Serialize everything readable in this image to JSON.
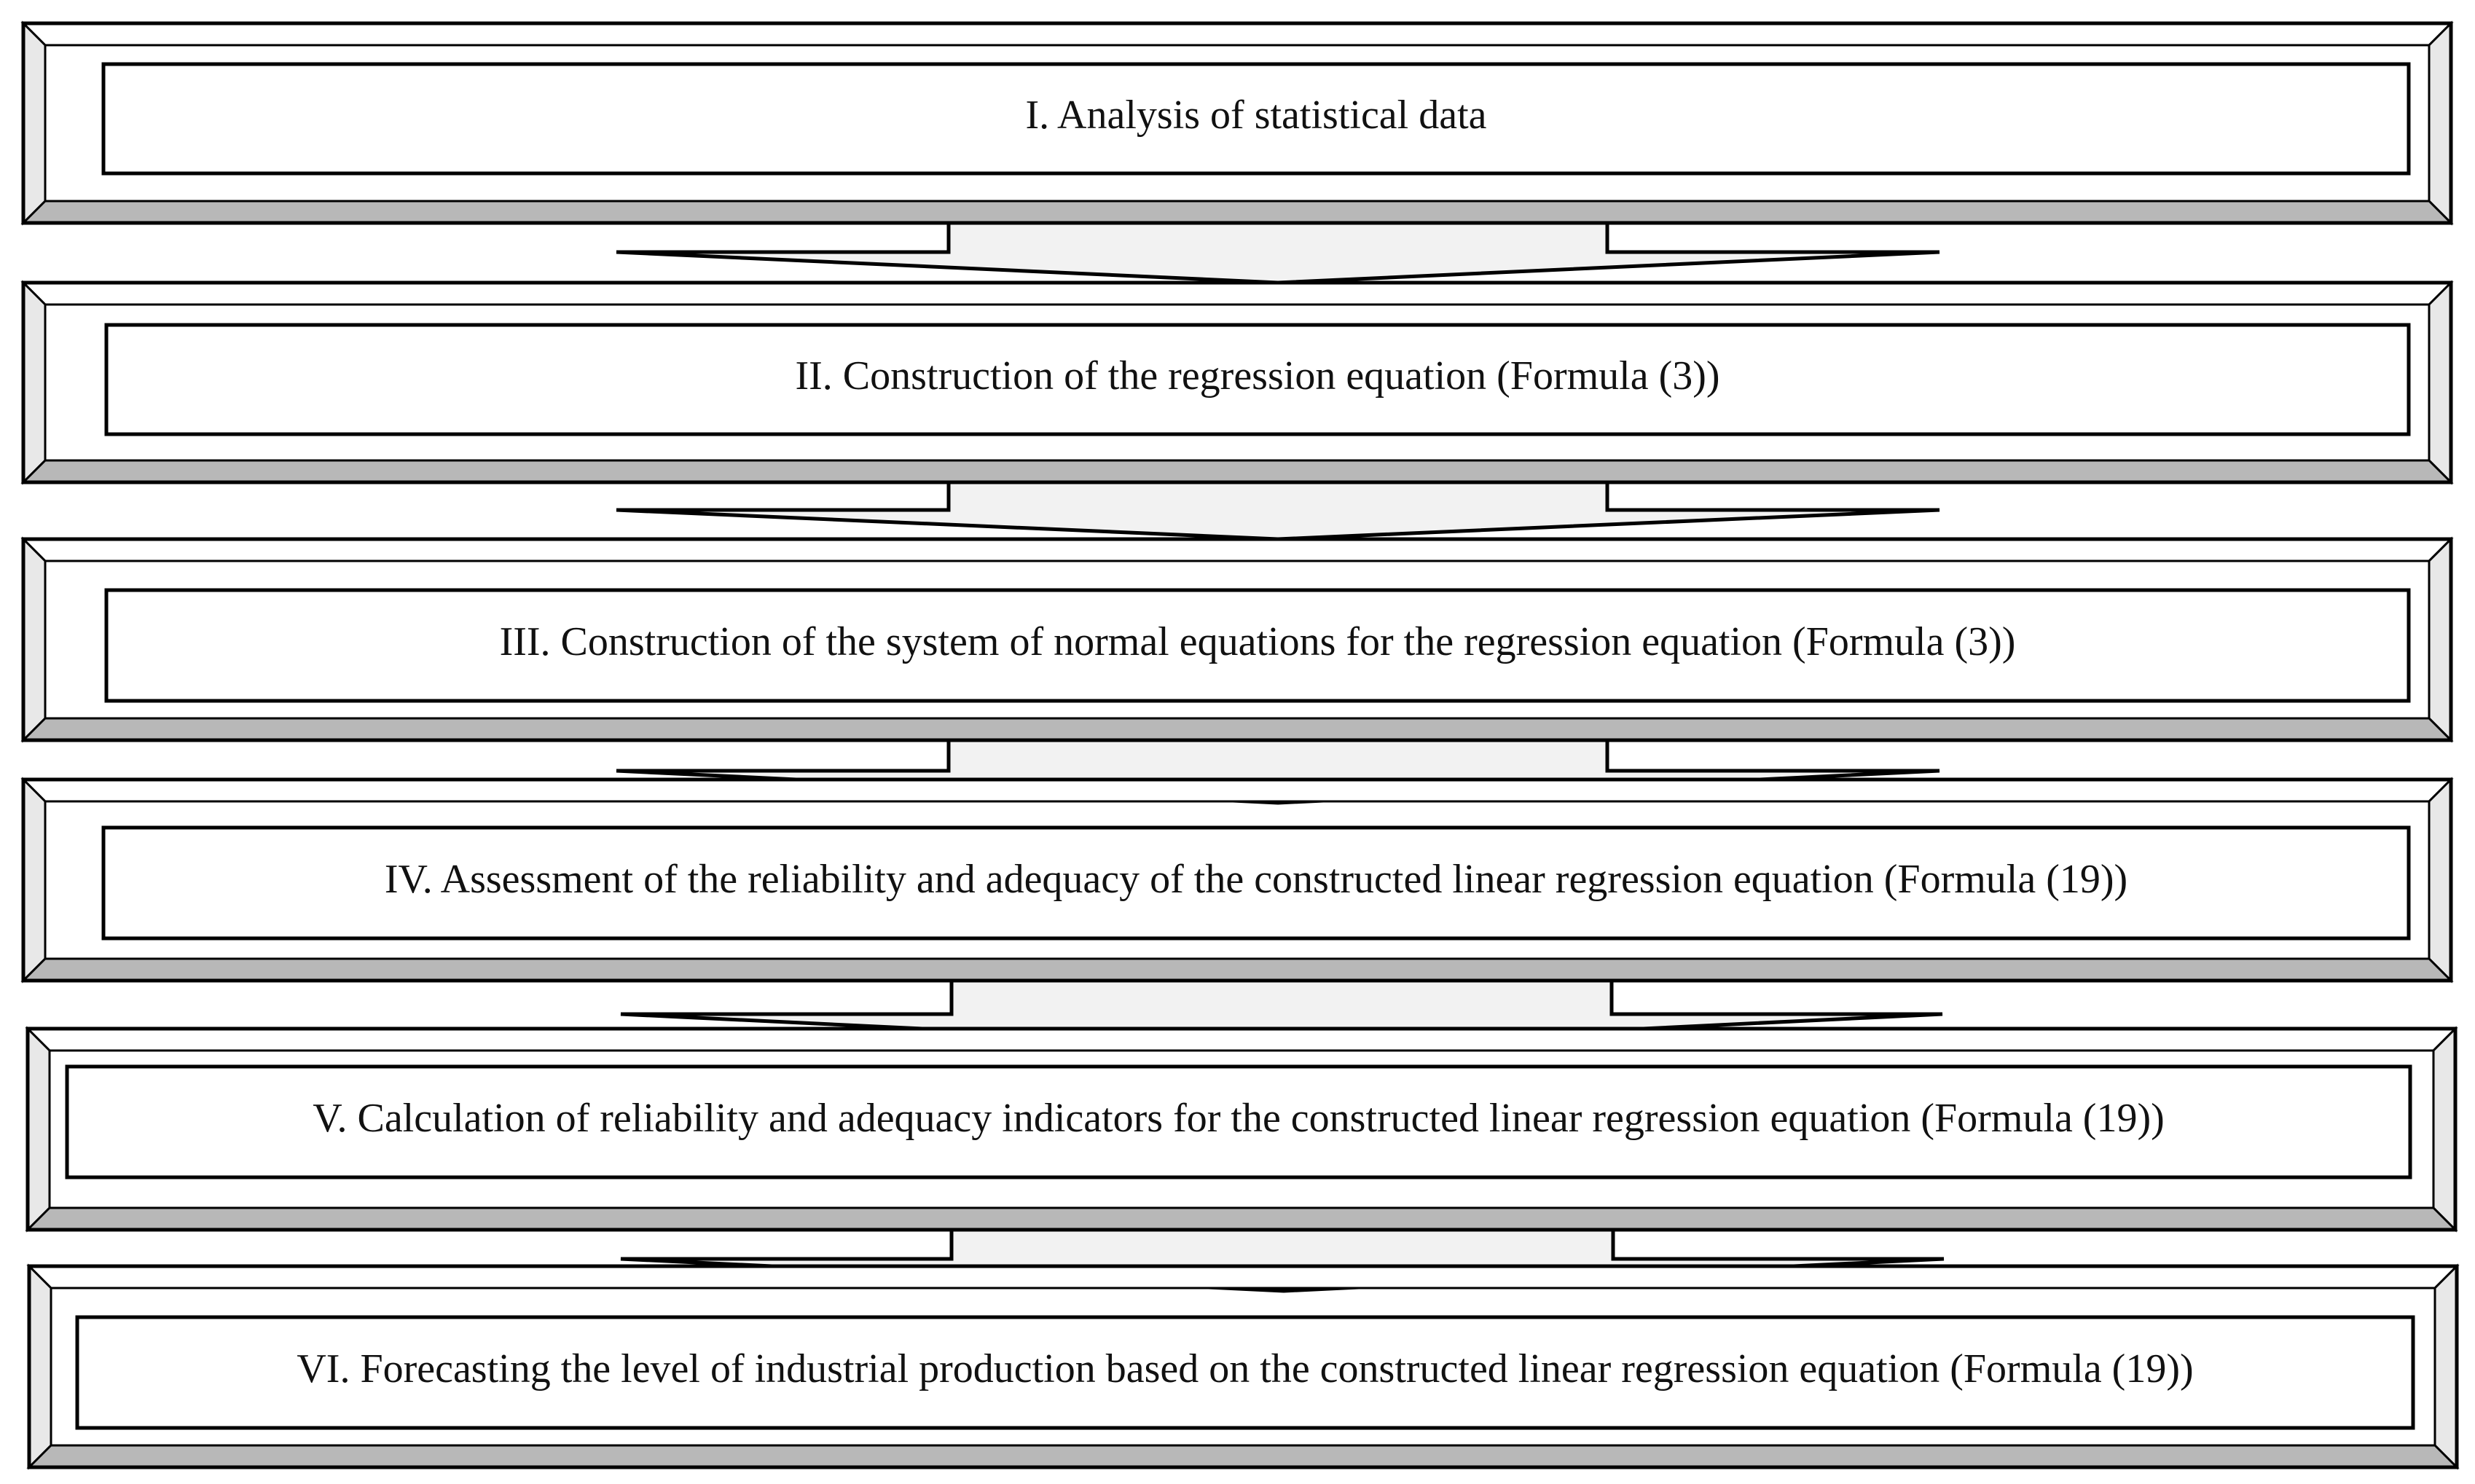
{
  "diagram": {
    "steps": [
      {
        "label": "I. Analysis of statistical data"
      },
      {
        "label": "II. Construction of the regression equation (Formula (3))"
      },
      {
        "label": "III. Construction of the system of normal equations for the regression equation (Formula (3))"
      },
      {
        "label": "IV. Assessment of the reliability and adequacy of the constructed linear regression equation (Formula (19))"
      },
      {
        "label": "V. Calculation of reliability and adequacy indicators for the constructed linear regression equation (Formula (19))"
      },
      {
        "label": "VI. Forecasting the level of industrial production based on the constructed linear regression equation (Formula (19))"
      }
    ],
    "arrows": [
      "step-1-to-2",
      "step-2-to-3",
      "step-3-to-4",
      "step-4-to-5",
      "step-5-to-6"
    ],
    "colors": {
      "outline": "#000000",
      "frame_top": "#ffffff",
      "frame_bottom": "#b8b8b8",
      "frame_side": "#e8e8e8",
      "arrow_fill": "#f2f2f2"
    }
  }
}
